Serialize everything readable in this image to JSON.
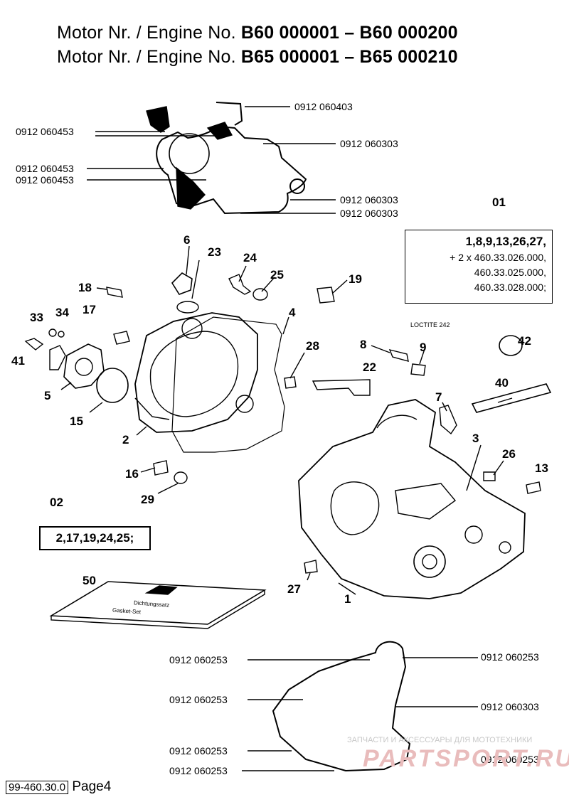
{
  "header": {
    "line1_prefix": "Motor Nr. / Engine No.",
    "line1_range": "B60 000001 – B60 000200",
    "line2_prefix": "Motor Nr. / Engine No.",
    "line2_range": "B65 000001 – B65 000210"
  },
  "top_gasket_callouts": [
    "0912 060403",
    "0912 060453",
    "0912 060303",
    "0912 060453",
    "0912 060453",
    "0912 060303",
    "0912 060303"
  ],
  "bottom_gasket_callouts": [
    "0912 060253",
    "0912 060253",
    "0912 060253",
    "0912 060303",
    "0912 060253",
    "0912 060253",
    "0912 060253"
  ],
  "kit01": {
    "number": "01",
    "line1": "1,8,9,13,26,27,",
    "line2": "+ 2 x 460.33.026.000,",
    "line3": "460.33.025.000,",
    "line4": "460.33.028.000;"
  },
  "kit02": {
    "number": "02",
    "line1": "2,17,19,24,25;"
  },
  "part_numbers": [
    "6",
    "23",
    "24",
    "25",
    "19",
    "18",
    "33",
    "34",
    "17",
    "4",
    "41",
    "28",
    "8",
    "9",
    "42",
    "22",
    "5",
    "15",
    "40",
    "7",
    "2",
    "3",
    "26",
    "13",
    "16",
    "29",
    "50",
    "27",
    "1"
  ],
  "loctite": "LOCTITE 242",
  "booklet_text": [
    "Dichtungssatz",
    "Gasket-Set"
  ],
  "watermark": {
    "sub": "ЗАПЧАСТИ И АКСЕССУАРЫ ДЛЯ МОТОТЕХНИКИ",
    "main": "PARTSPORT.RU"
  },
  "footer": {
    "code": "99-460.30.0",
    "page": "Page4"
  },
  "colors": {
    "ink": "#000000",
    "watermark": "#e9bcbc"
  }
}
